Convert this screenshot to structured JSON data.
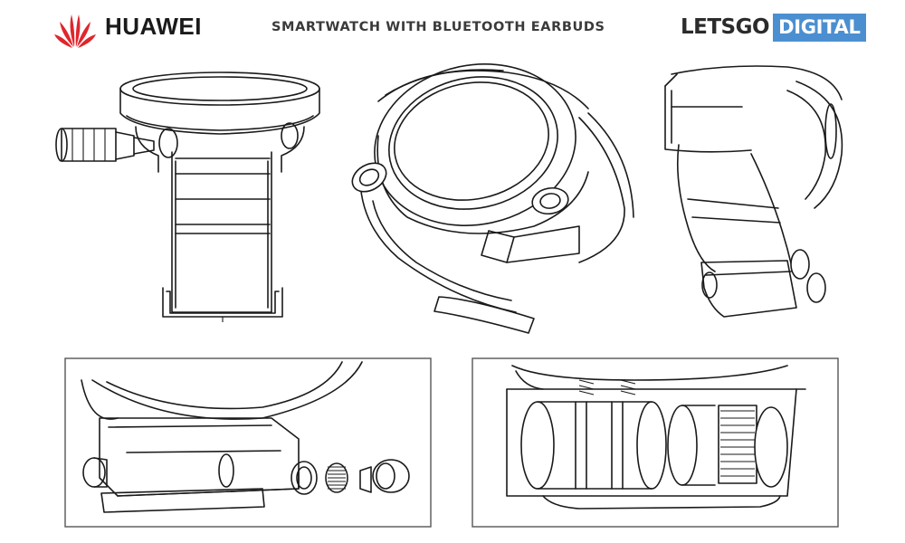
{
  "header": {
    "brand_left": "HUAWEI",
    "title": "SMARTWATCH WITH BLUETOOTH EARBUDS",
    "brand_right_part1": "LETSGO",
    "brand_right_part2": "DIGITAL"
  },
  "colors": {
    "huawei_red": "#e0262d",
    "digital_blue": "#4b8fd0",
    "line": "#1a1a1a"
  }
}
